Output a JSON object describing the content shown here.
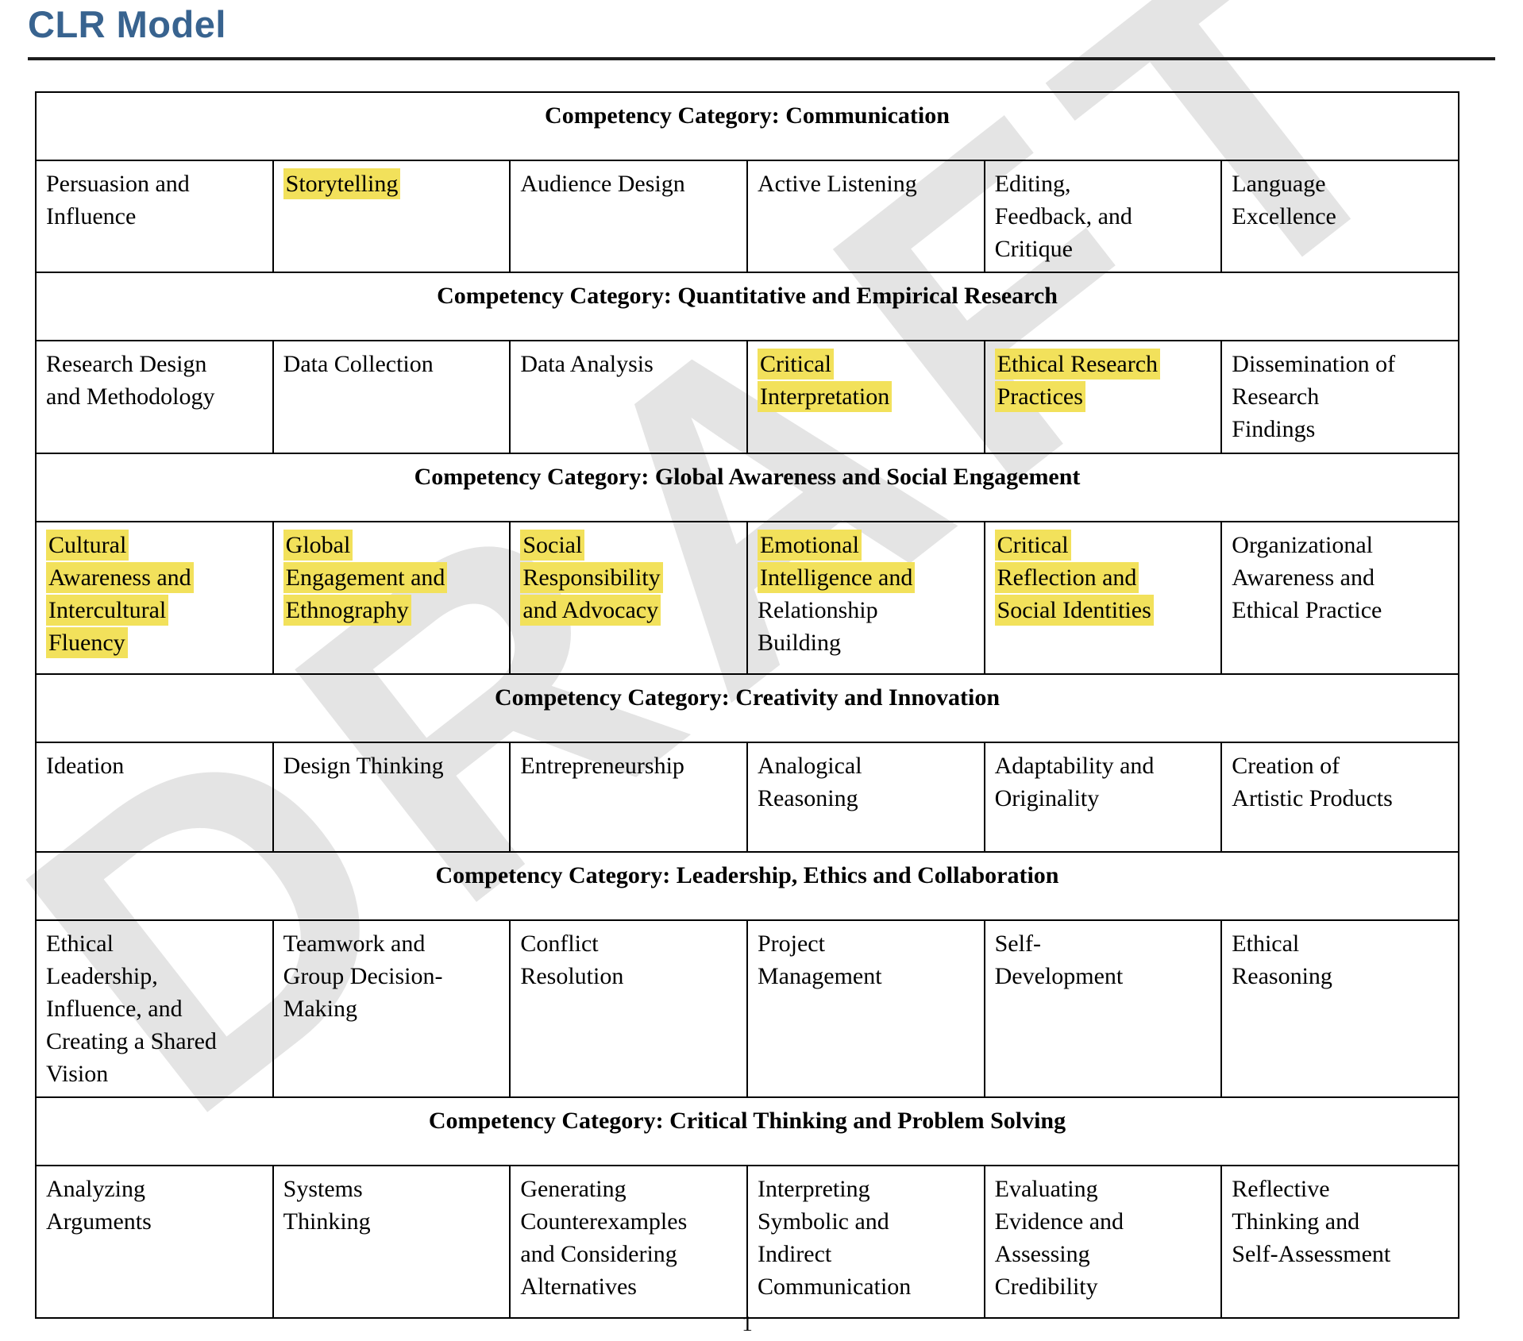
{
  "page": {
    "title": "CLR Model",
    "watermark": "DRAFT",
    "page_number": "1"
  },
  "colors": {
    "title": "#38638F",
    "category_header_bg": "#bfbfbf",
    "highlight": "#f2e15b",
    "watermark": "#e4e4e4"
  },
  "table": {
    "sections": [
      {
        "category": "Competency Category: Communication",
        "cells": [
          {
            "hl": "",
            "text": "Persuasion and\nInfluence"
          },
          {
            "hl": "Storytelling",
            "text": ""
          },
          {
            "hl": "",
            "text": "Audience Design"
          },
          {
            "hl": "",
            "text": "Active Listening"
          },
          {
            "hl": "",
            "text": "Editing,\nFeedback, and\nCritique"
          },
          {
            "hl": "",
            "text": "Language\nExcellence"
          }
        ]
      },
      {
        "category": "Competency Category: Quantitative and Empirical Research",
        "cells": [
          {
            "hl": "",
            "text": "Research Design\nand Methodology"
          },
          {
            "hl": "",
            "text": "Data Collection"
          },
          {
            "hl": "",
            "text": "Data Analysis"
          },
          {
            "hl": "Critical\nInterpretation",
            "text": ""
          },
          {
            "hl": "Ethical Research\nPractices",
            "text": ""
          },
          {
            "hl": "",
            "text": "Dissemination of\nResearch\nFindings"
          }
        ]
      },
      {
        "category": "Competency Category: Global Awareness and Social Engagement",
        "cells": [
          {
            "hl": "Cultural\nAwareness and\nIntercultural\nFluency",
            "text": ""
          },
          {
            "hl": "Global\nEngagement and\nEthnography",
            "text": ""
          },
          {
            "hl": "Social\nResponsibility\nand Advocacy",
            "text": ""
          },
          {
            "hl": "Emotional\nIntelligence and",
            "text": "\nRelationship\nBuilding"
          },
          {
            "hl": "Critical\nReflection and\nSocial Identities",
            "text": ""
          },
          {
            "hl": "",
            "text": "Organizational\nAwareness and\nEthical Practice"
          }
        ]
      },
      {
        "category": "Competency Category: Creativity and Innovation",
        "cells": [
          {
            "hl": "",
            "text": "Ideation"
          },
          {
            "hl": "",
            "text": "Design Thinking"
          },
          {
            "hl": "",
            "text": "Entrepreneurship"
          },
          {
            "hl": "",
            "text": "Analogical\nReasoning"
          },
          {
            "hl": "",
            "text": "Adaptability and\nOriginality"
          },
          {
            "hl": "",
            "text": "Creation of\nArtistic Products"
          }
        ]
      },
      {
        "category": "Competency Category: Leadership, Ethics and Collaboration",
        "cells": [
          {
            "hl": "",
            "text": "Ethical\nLeadership,\nInfluence, and\nCreating a Shared\nVision"
          },
          {
            "hl": "",
            "text": "Teamwork and\nGroup Decision-\nMaking"
          },
          {
            "hl": "",
            "text": "Conflict\nResolution"
          },
          {
            "hl": "",
            "text": "Project\nManagement"
          },
          {
            "hl": "",
            "text": "Self-\nDevelopment"
          },
          {
            "hl": "",
            "text": "Ethical\nReasoning"
          }
        ]
      },
      {
        "category": "Competency Category: Critical Thinking and Problem Solving",
        "cells": [
          {
            "hl": "",
            "text": "Analyzing\nArguments"
          },
          {
            "hl": "",
            "text": "Systems\nThinking"
          },
          {
            "hl": "",
            "text": "Generating\nCounterexamples\nand Considering\nAlternatives"
          },
          {
            "hl": "",
            "text": "Interpreting\nSymbolic and\nIndirect\nCommunication"
          },
          {
            "hl": "",
            "text": "Evaluating\nEvidence and\nAssessing\nCredibility"
          },
          {
            "hl": "",
            "text": "Reflective\nThinking and\nSelf-Assessment"
          }
        ]
      }
    ]
  }
}
